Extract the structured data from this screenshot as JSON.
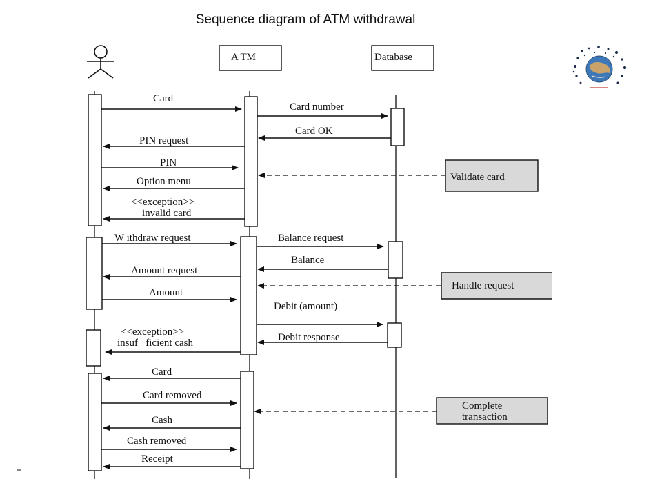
{
  "title": "Sequence diagram of ATM withdrawal",
  "participants": {
    "atm": "A TM",
    "database": "Database"
  },
  "messages": {
    "card": "Card",
    "card_number": "Card number",
    "card_ok": "Card OK",
    "pin_request": "PIN request",
    "pin": "PIN",
    "option_menu": "Option menu",
    "exception_1": "<<exception>>",
    "invalid_card": "invalid card",
    "withdraw_request": "W ithdraw request",
    "balance_request": "Balance request",
    "balance": "Balance",
    "amount_request": "Amount request",
    "amount": "Amount",
    "debit_amount": "Debit (amount)",
    "exception_2": "<<exception>>",
    "insufficient_cash": "insuf   ficient cash",
    "debit_response": "Debit response",
    "card_return": "Card",
    "card_removed": "Card removed",
    "cash": "Cash",
    "cash_removed": "Cash removed",
    "receipt": "Receipt"
  },
  "notes": {
    "validate_card": "Validate card",
    "handle_request": "Handle request",
    "complete_line1": "Complete",
    "complete_line2": "transaction"
  },
  "colors": {
    "line": "#111111",
    "note_fill": "#d9d9d9"
  }
}
